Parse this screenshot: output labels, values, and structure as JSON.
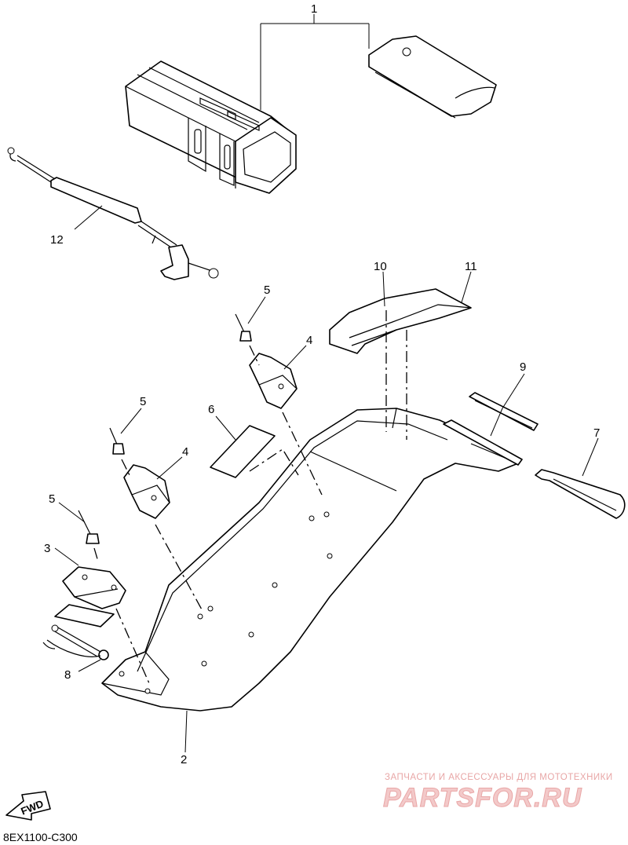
{
  "diagram": {
    "callouts": [
      "1",
      "2",
      "3",
      "4",
      "4",
      "5",
      "5",
      "5",
      "6",
      "7",
      "8",
      "9",
      "10",
      "11",
      "12"
    ],
    "fwd_label": "FWD",
    "drawing_code": "8EX1100-C300"
  },
  "watermark": {
    "tagline": "ЗАПЧАСТИ И АКСЕССУАРЫ ДЛЯ МОТОТЕХНИКИ",
    "brand": "PARTSFOR.RU"
  }
}
